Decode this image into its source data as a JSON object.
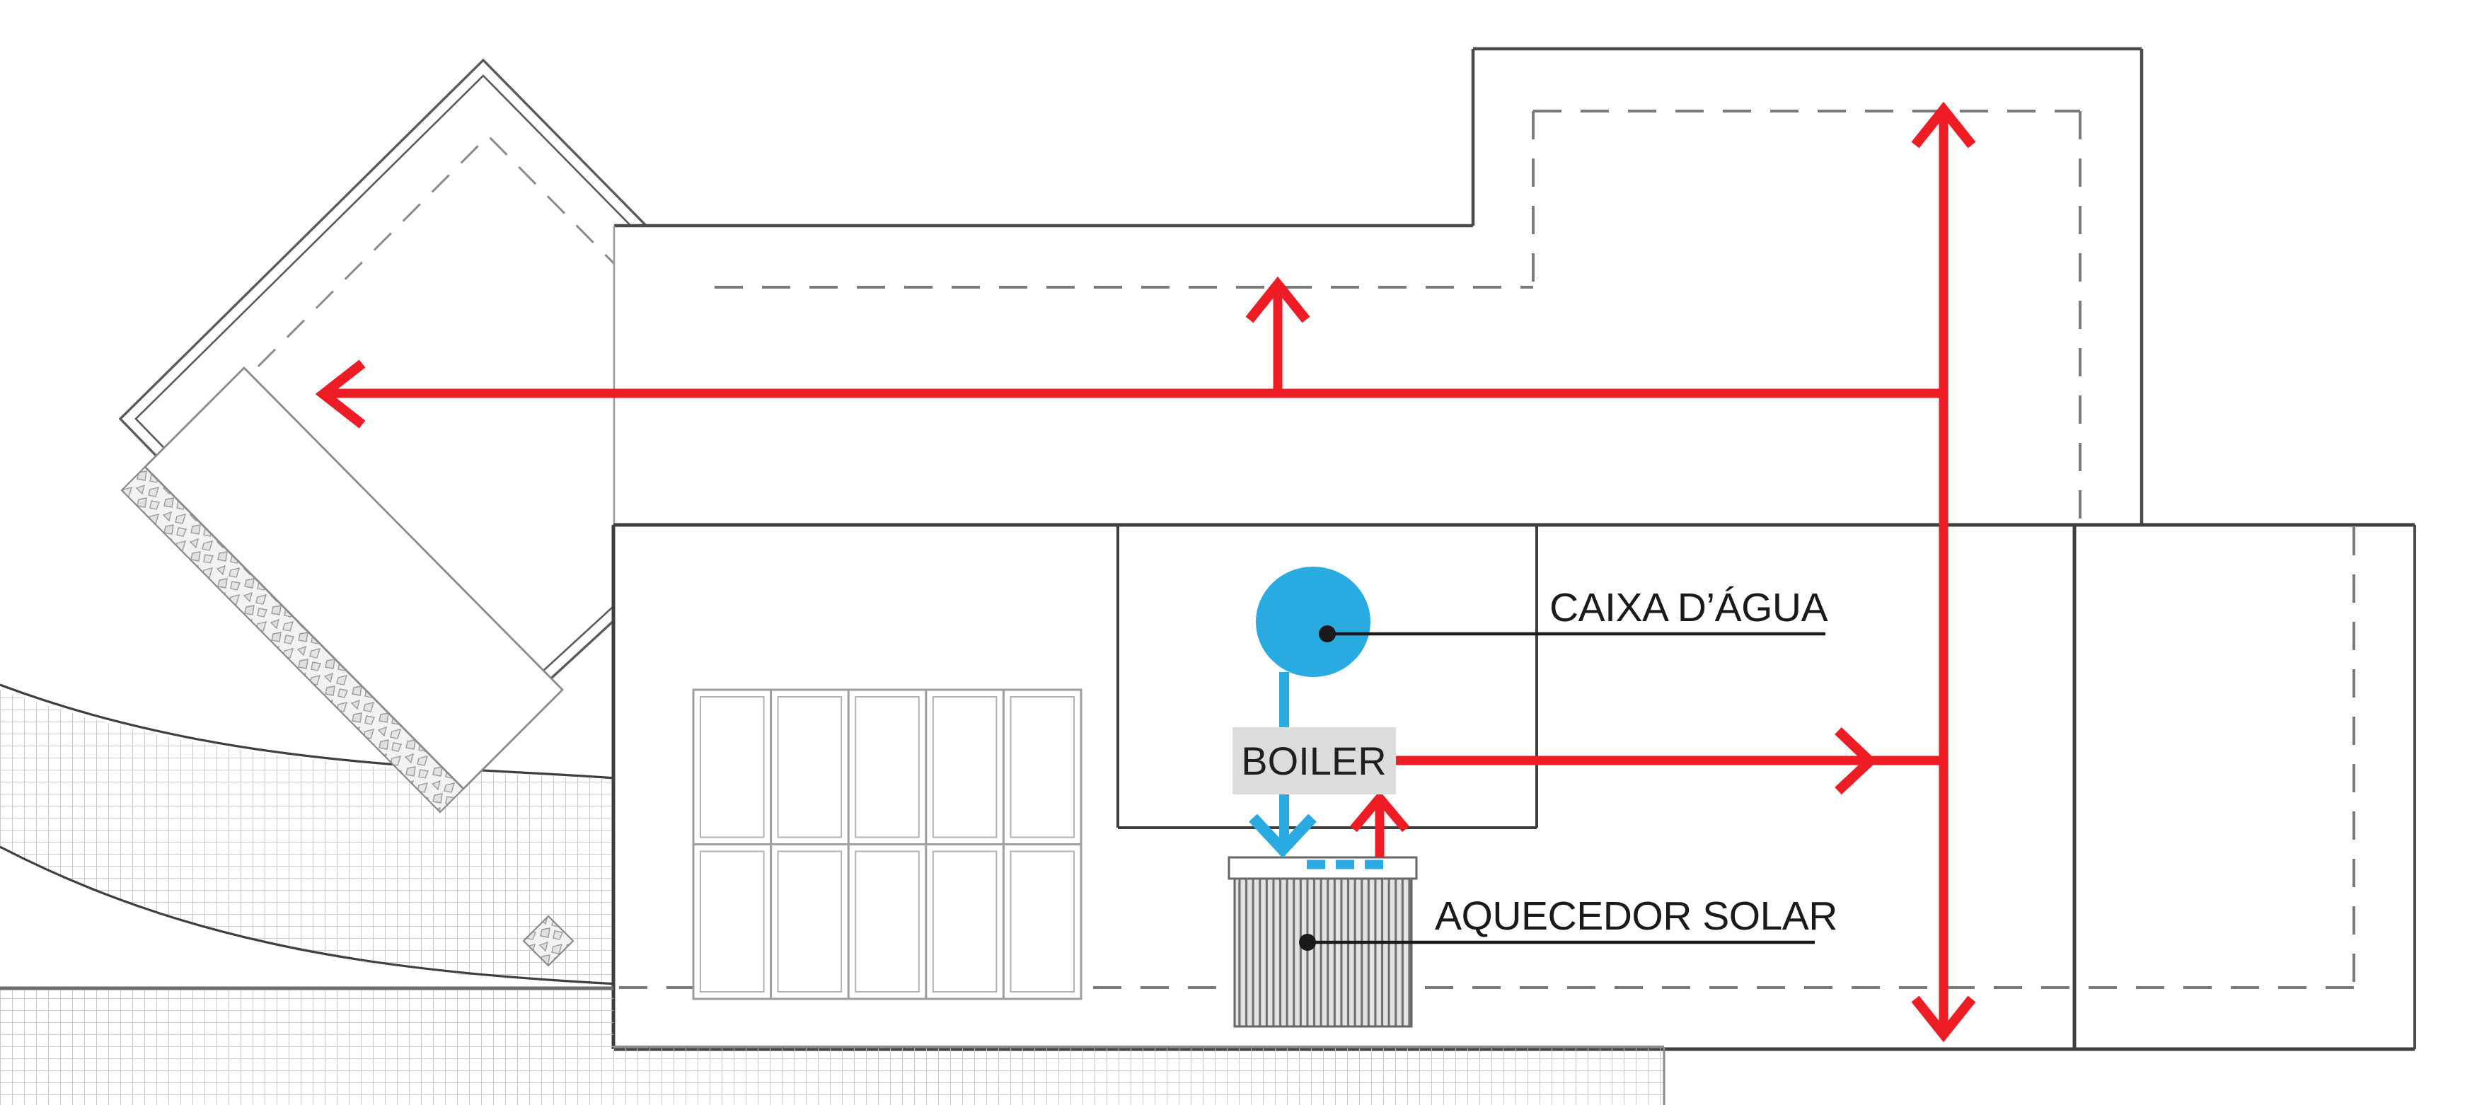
{
  "diagram": {
    "type": "architectural-roof-plan-solar-water-system",
    "labels": {
      "water_tank": {
        "text": "CAIXA D’ÁGUA"
      },
      "boiler": {
        "text": "BOILER"
      },
      "solar_heater": {
        "text": "AQUECEDOR SOLAR"
      }
    },
    "colors": {
      "hot_water": "#ee1c25",
      "cold_water": "#29abe2",
      "tank_fill": "#29abe2",
      "boiler_bg": "#dcdcdc",
      "wall": "#4a4a4a",
      "wall_light": "#9a9a9a",
      "eave_dash": "#7a7a7a",
      "grid_line": "#c6c6c6",
      "leader": "#1a1a1a"
    }
  }
}
